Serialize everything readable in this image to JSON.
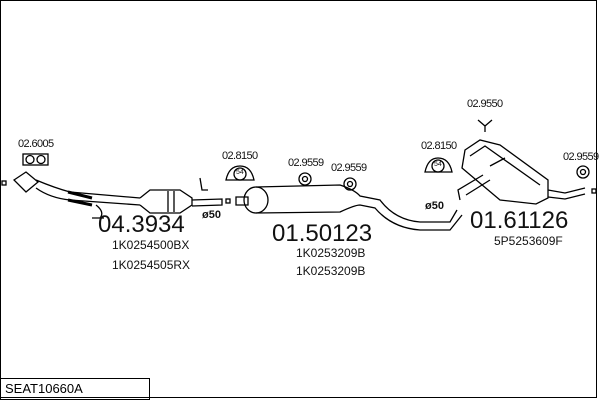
{
  "diagram_code": "SEAT10660A",
  "accessories": [
    {
      "ref": "02.6005",
      "icon": "gasket-icon"
    },
    {
      "ref": "02.8150",
      "icon": "clamp-54-icon",
      "clamp_label": "54"
    },
    {
      "ref": "02.9559",
      "icon": "rubber-mount-icon"
    },
    {
      "ref": "02.9559",
      "icon": "rubber-mount-icon"
    },
    {
      "ref": "02.8150",
      "icon": "clamp-54-icon",
      "clamp_label": "54"
    },
    {
      "ref": "02.9550",
      "icon": "hanger-icon"
    },
    {
      "ref": "02.9559",
      "icon": "rubber-mount-icon"
    }
  ],
  "parts": [
    {
      "number": "04.3934",
      "oem": [
        "1K0254500BX",
        "1K0254505RX"
      ],
      "diameter": "ø50"
    },
    {
      "number": "01.50123",
      "oem": [
        "1K0253209B",
        "1K0253209B"
      ],
      "diameter": "ø50"
    },
    {
      "number": "01.61126",
      "oem": [
        "5P5253609F"
      ]
    }
  ]
}
